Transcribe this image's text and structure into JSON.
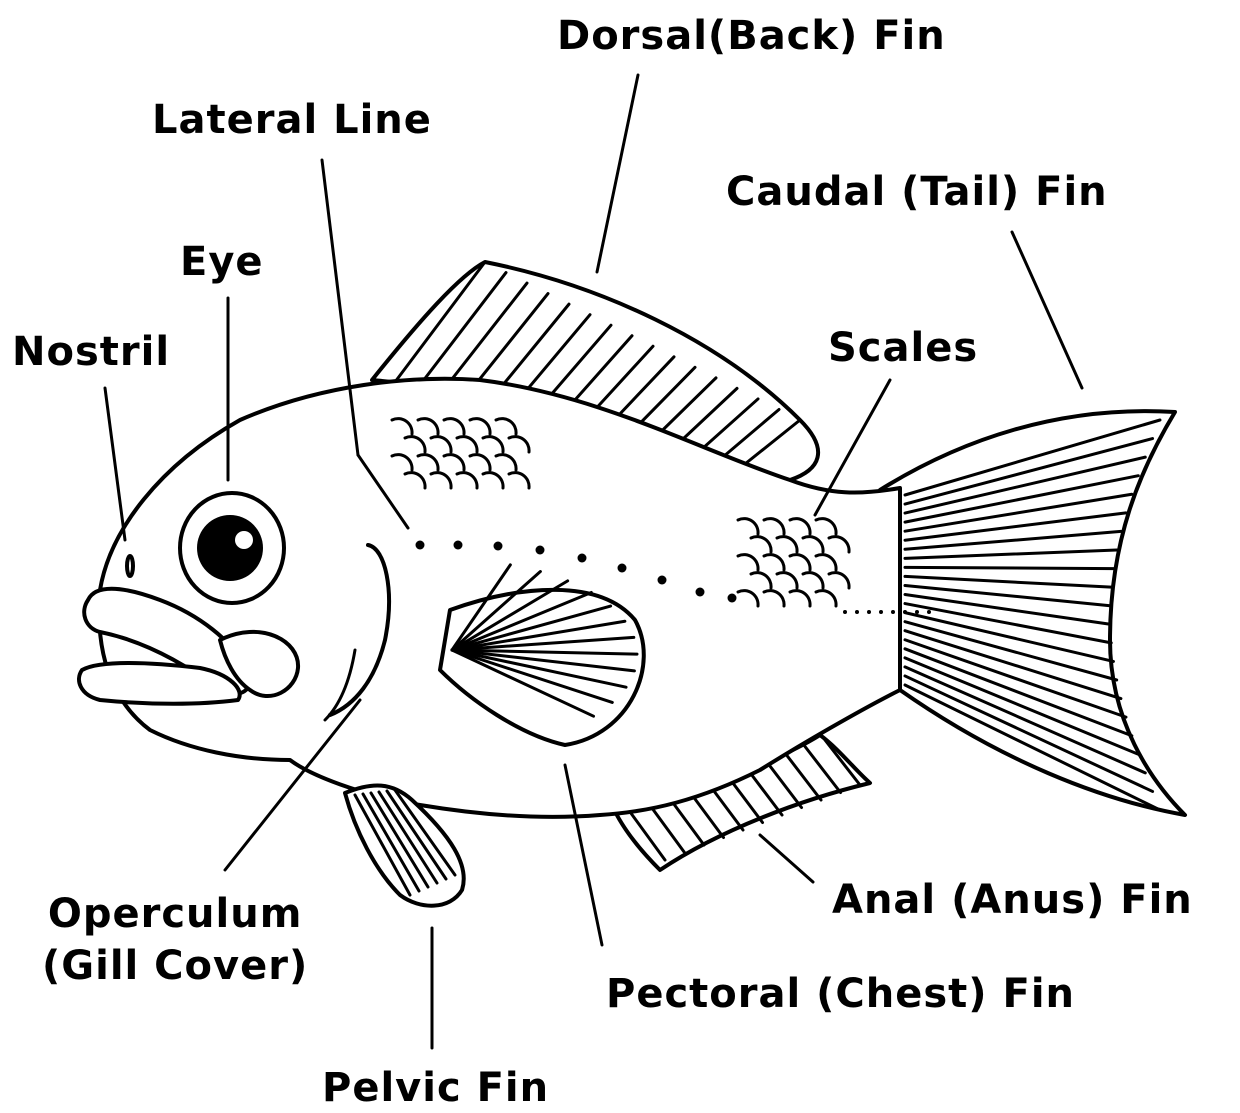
{
  "labels": {
    "dorsal_fin": "Dorsal(Back) Fin",
    "lateral_line": "Lateral Line",
    "caudal_fin": "Caudal (Tail) Fin",
    "eye": "Eye",
    "nostril": "Nostril",
    "scales": "Scales",
    "operculum_line1": "Operculum",
    "operculum_line2": "(Gill Cover)",
    "anal_fin": "Anal (Anus) Fin",
    "pectoral_fin": "Pectoral (Chest) Fin",
    "pelvic_fin": "Pelvic Fin"
  },
  "colors": {
    "ink": "#000000",
    "background": "#ffffff"
  }
}
